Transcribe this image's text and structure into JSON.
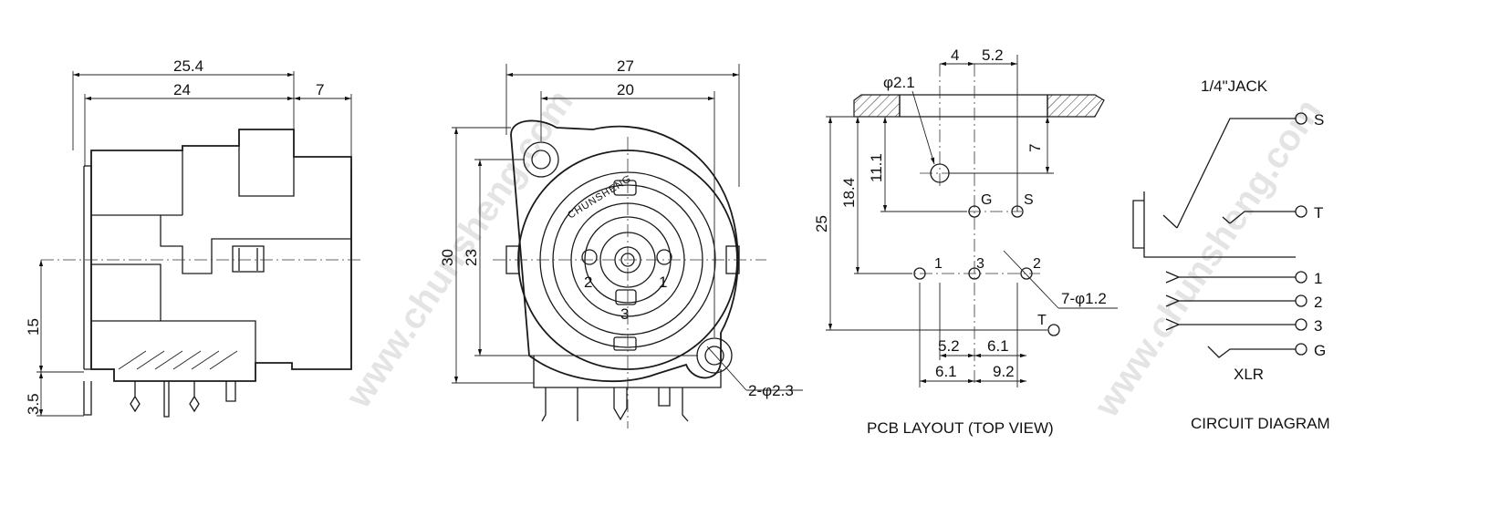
{
  "watermark": "www.chunsheng.com",
  "brand_mark": "CHUNSHENG",
  "side_view": {
    "dims": [
      "25.4",
      "24",
      "7",
      "15",
      "3.5"
    ]
  },
  "front_view": {
    "dims": [
      "27",
      "20",
      "30",
      "23"
    ],
    "hole_note": "2-φ2.3",
    "pin_numbers": [
      "2",
      "1",
      "3"
    ]
  },
  "pcb_layout": {
    "dims_top": [
      "4",
      "5.2"
    ],
    "hole_big": "φ2.1",
    "dims_left": [
      "11.1",
      "18.4",
      "25"
    ],
    "dim_right": "7",
    "pads": [
      "G",
      "S",
      "1",
      "3",
      "2",
      "T"
    ],
    "small_holes": "7-φ1.2",
    "dims_bottom": [
      "5.2",
      "6.1",
      "6.1",
      "9.2"
    ],
    "caption": "PCB LAYOUT (TOP VIEW)"
  },
  "circuit": {
    "jack_title": "1/4\"JACK",
    "terminals": [
      "S",
      "T",
      "1",
      "2",
      "3",
      "G"
    ],
    "xlr_label": "XLR",
    "caption": "CIRCUIT DIAGRAM"
  }
}
